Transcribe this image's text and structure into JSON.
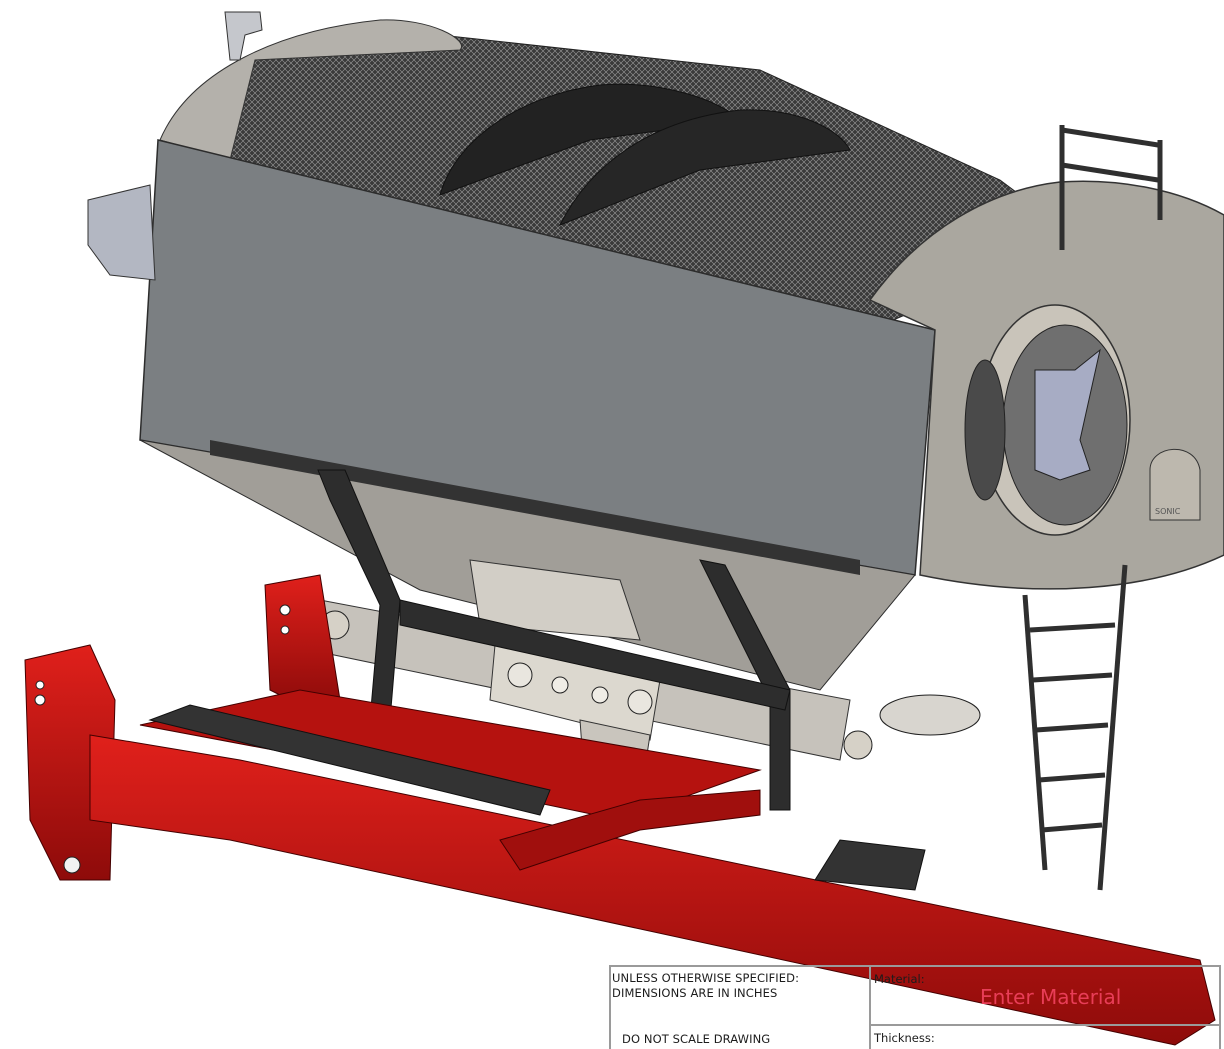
{
  "title_block": {
    "notes": [
      "UNLESS OTHERWISE SPECIFIED:",
      "DIMENSIONS ARE IN INCHES",
      "DO NOT SCALE DRAWING"
    ],
    "material_label": "Material:",
    "material_value": "Enter Material",
    "thickness_label": "Thickness:"
  },
  "drawing": {
    "decal_text": "SONIC",
    "colors": {
      "frame_red": "#c8120f",
      "hopper_side": "#7d8184",
      "hopper_end": "#a9a6a0",
      "dark_panel": "#2b2b2b",
      "ladder": "#3a3a3a",
      "gearbox": "#b8b4ae",
      "value_text": "#e83d57"
    }
  }
}
